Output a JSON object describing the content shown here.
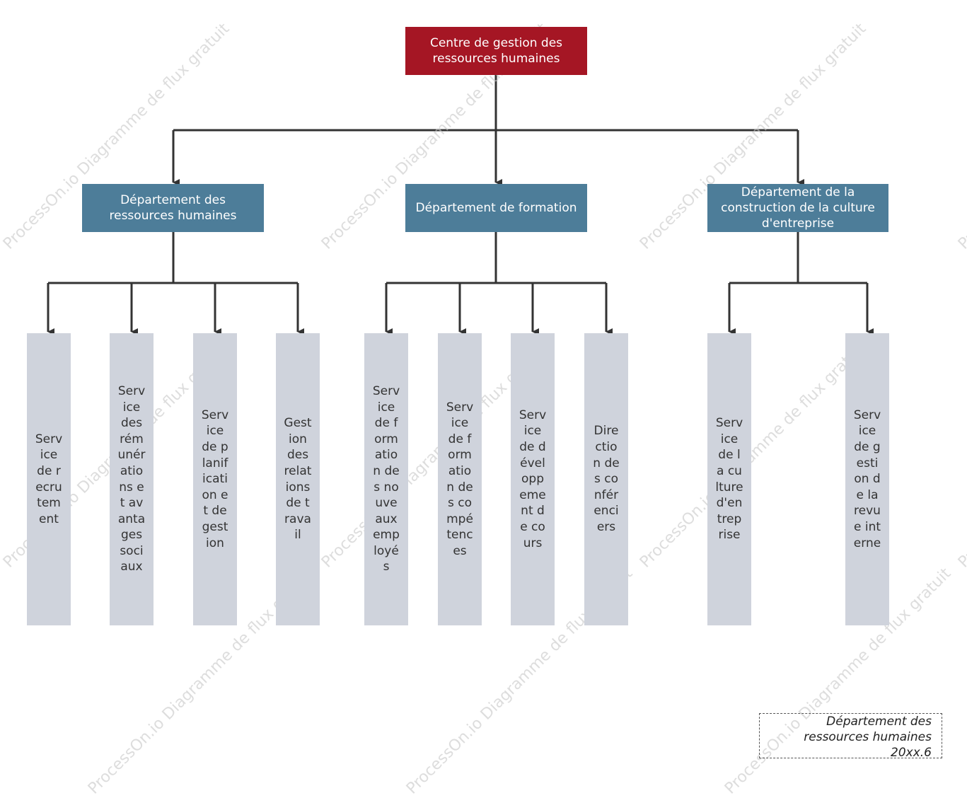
{
  "watermark_text": "ProcessOn.io Diagramme de flux gratuit",
  "root": {
    "label": "Centre de gestion des ressources humaines"
  },
  "departments": [
    {
      "label": "Département des ressources humaines",
      "services": [
        "Service de recrutement",
        "Service des rémunérations et avantages sociaux",
        "Service de planification et de gestion",
        "Gestion des relations de travail"
      ]
    },
    {
      "label": "Département de formation",
      "services": [
        "Service de formation des nouveaux employés",
        "Service de formation des compétences",
        "Service de développement de cours",
        "Direction des conférenciers"
      ]
    },
    {
      "label": "Département de la construction de la culture d'entreprise",
      "services": [
        "Service de la culture d'entreprise",
        "Service de gestion de la revue interne"
      ]
    }
  ],
  "note": {
    "line1": "Département des",
    "line2": "ressources humaines",
    "line3": "20xx.6"
  },
  "colors": {
    "root": "#a51624",
    "department": "#4d7d99",
    "service": "#cfd3dc",
    "connector": "#333333"
  }
}
